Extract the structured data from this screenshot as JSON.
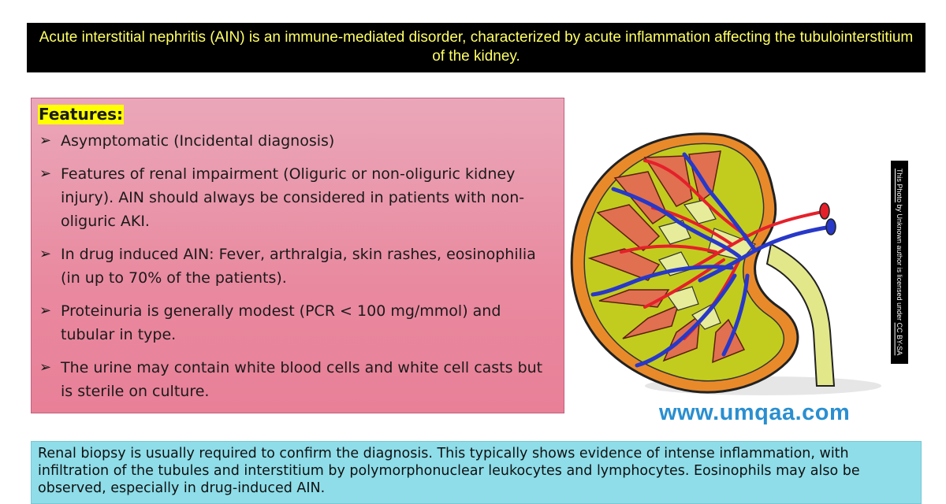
{
  "banner": {
    "text": "Acute interstitial nephritis (AIN) is an immune-mediated disorder, characterized by acute inflammation affecting the tubulointerstitium of the kidney."
  },
  "features": {
    "title": "Features:",
    "bullet_icon": "arrow-bullet-icon",
    "items": [
      "Asymptomatic (Incidental diagnosis)",
      "Features of renal impairment (Oliguric or non-oliguric kidney injury). AIN should always be considered in patients with non-oliguric AKI.",
      "In drug induced AIN: Fever, arthralgia, skin rashes, eosinophilia (in up to 70% of the patients).",
      "Proteinuria is generally modest (PCR < 100 mg/mmol) and tubular in type.",
      "The urine may contain white blood cells and white cell casts but is sterile on culture."
    ]
  },
  "illustration": {
    "icon": "kidney-cross-section-illustration",
    "colors": {
      "cortex": "#c2cc1e",
      "capsule": "#e98a2a",
      "pyramid": "#e07050",
      "artery": "#e5202a",
      "vein": "#2838c8",
      "ureter": "#e2e88a"
    }
  },
  "credit": {
    "link_text": "This Photo",
    "middle_text": " by Unknown author is licensed under ",
    "license_text": "CC BY-SA"
  },
  "website": "www.umqaa.com",
  "biopsy": {
    "text": "Renal biopsy is usually required to confirm the diagnosis. This typically shows evidence of intense inflammation, with infiltration of the tubules and interstitium by polymorphonuclear leukocytes and lymphocytes. Eosinophils may also be observed, especially in drug-induced AIN."
  },
  "theme": {
    "banner_bg": "#000000",
    "banner_text": "#ffff66",
    "features_bg": "#e98ca2",
    "features_title_highlight": "#ffff00",
    "biopsy_bg": "#8edde9",
    "website_color": "#2a8fd0"
  }
}
